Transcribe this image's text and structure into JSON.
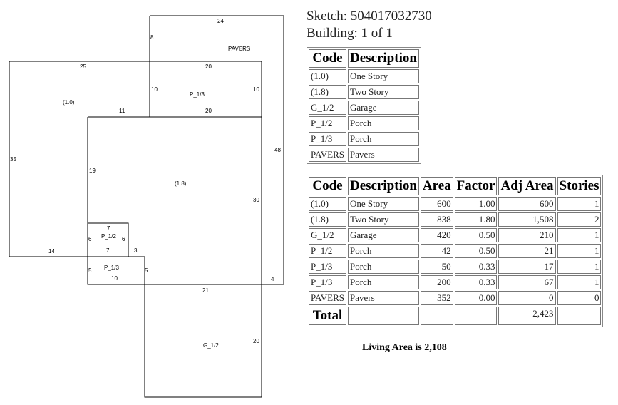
{
  "sketch": {
    "labels": [
      "24",
      "PAVERS",
      "8",
      "25",
      "20",
      "10",
      "P_1/3",
      "10",
      "(1.0)",
      "11",
      "20",
      "48",
      "35",
      "19",
      "(1.8)",
      "30",
      "7",
      "P_1/2",
      "6",
      "6",
      "14",
      "7",
      "3",
      "5",
      "P_1/3",
      "10",
      "5",
      "21",
      "4",
      "G_1/2",
      "20"
    ]
  },
  "header": {
    "sketch": "Sketch: 504017032730",
    "building": "Building: 1 of 1"
  },
  "codes": {
    "headers": [
      "Code",
      "Description"
    ],
    "rows": [
      [
        "(1.0)",
        "One Story"
      ],
      [
        "(1.8)",
        "Two Story"
      ],
      [
        "G_1/2",
        "Garage"
      ],
      [
        "P_1/2",
        "Porch"
      ],
      [
        "P_1/3",
        "Porch"
      ],
      [
        "PAVERS",
        "Pavers"
      ]
    ]
  },
  "areas": {
    "headers": [
      "Code",
      "Description",
      "Area",
      "Factor",
      "Adj Area",
      "Stories"
    ],
    "rows": [
      [
        "(1.0)",
        "One Story",
        "600",
        "1.00",
        "600",
        "1"
      ],
      [
        "(1.8)",
        "Two Story",
        "838",
        "1.80",
        "1,508",
        "2"
      ],
      [
        "G_1/2",
        "Garage",
        "420",
        "0.50",
        "210",
        "1"
      ],
      [
        "P_1/2",
        "Porch",
        "42",
        "0.50",
        "21",
        "1"
      ],
      [
        "P_1/3",
        "Porch",
        "50",
        "0.33",
        "17",
        "1"
      ],
      [
        "P_1/3",
        "Porch",
        "200",
        "0.33",
        "67",
        "1"
      ],
      [
        "PAVERS",
        "Pavers",
        "352",
        "0.00",
        "0",
        "0"
      ]
    ],
    "total_label": "Total",
    "total_adj": "2,423"
  },
  "living_area": "Living Area is 2,108"
}
